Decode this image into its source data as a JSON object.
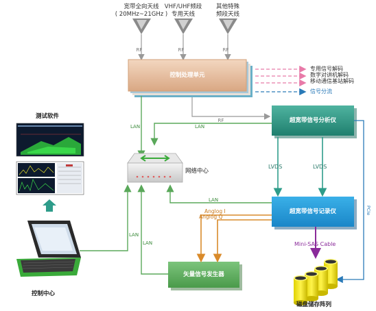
{
  "antennas": [
    {
      "line1": "宽带全向天线",
      "line2": "( 20MHz~21GHz )"
    },
    {
      "line1": "VHF/UHF频段",
      "line2": "专用天线"
    },
    {
      "line1": "其他特殊",
      "line2": "频段天线"
    }
  ],
  "links": {
    "rf": "RF",
    "lan": "LAN",
    "lvds": "LVDS",
    "analog_i": "Anglog I",
    "analog_q": "Anglog Q",
    "mini_sas": "Mini-SAS Cable",
    "pcie": "PCIe"
  },
  "boxes": {
    "control_unit": "控制处理单元",
    "analyzer": "超宽带信号分析仪",
    "recorder": "超宽带信号记录仪",
    "generator": "矢量信号发生器"
  },
  "outputs": [
    "专用信号解码",
    "数字对讲机解码",
    "移动通信基站解码",
    "信号分流"
  ],
  "nodes": {
    "network_center": "网络中心",
    "test_software": "测试软件",
    "control_center": "控制中心",
    "disk_array": "磁盘储存阵列"
  },
  "colors": {
    "lan_green": "#5aa85a",
    "teal": "#2e9c8a",
    "orange": "#d98a2a",
    "purple": "#8a2a9a",
    "blue": "#2a7ab8",
    "pink": "#e87aa8"
  }
}
